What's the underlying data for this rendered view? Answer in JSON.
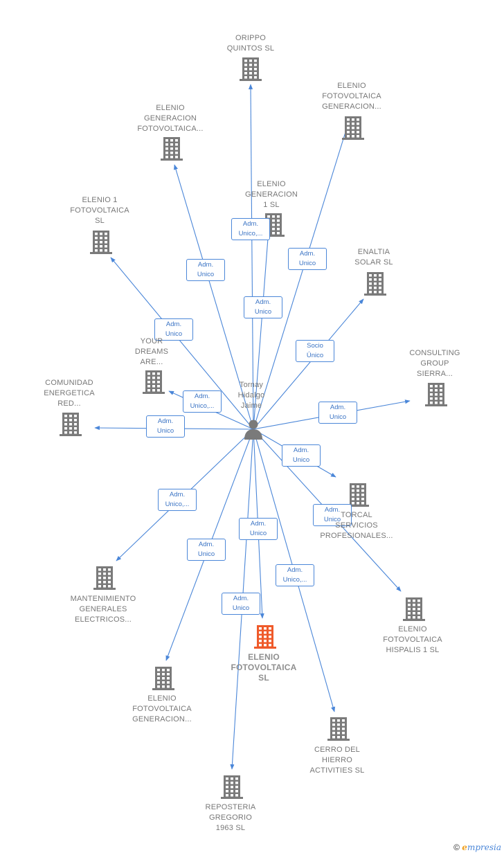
{
  "colors": {
    "edge": "#4a86d8",
    "building": "#7a7a7a",
    "focus_building": "#ef5a2a",
    "person": "#7a7a7a",
    "label": "#777777"
  },
  "person": {
    "label": "Tornay\nHidalgo\nJaime",
    "icon": "person-icon"
  },
  "nodes": [
    {
      "id": "orippo",
      "label": "ORIPPO\nQUINTOS  SL",
      "icon": "building-icon"
    },
    {
      "id": "elenio_gen_top",
      "label": "ELENIO\nFOTOVOLTAICA\nGENERACION...",
      "icon": "building-icon"
    },
    {
      "id": "elenio_gen_fv",
      "label": "ELENIO\nGENERACION\nFOTOVOLTAICA...",
      "icon": "building-icon"
    },
    {
      "id": "elenio_gen1",
      "label": "ELENIO\nGENERACION\n1  SL",
      "icon": "building-icon"
    },
    {
      "id": "elenio1",
      "label": "ELENIO 1\nFOTOVOLTAICA\nSL",
      "icon": "building-icon"
    },
    {
      "id": "enaltia",
      "label": "ENALTIA\nSOLAR  SL",
      "icon": "building-icon"
    },
    {
      "id": "your_dreams",
      "label": "YOUR\nDREAMS\nARE...",
      "icon": "building-icon"
    },
    {
      "id": "consulting",
      "label": "CONSULTING\nGROUP\nSIERRA...",
      "icon": "building-icon"
    },
    {
      "id": "comunidad",
      "label": "COMUNIDAD\nENERGETICA\nRED...",
      "icon": "building-icon"
    },
    {
      "id": "torcal",
      "label": "TORCAL\nSERVICIOS\nPROFESIONALES...",
      "icon": "building-icon"
    },
    {
      "id": "mantenimiento",
      "label": "MANTENIMIENTO\nGENERALES\nELECTRICOS...",
      "icon": "building-icon"
    },
    {
      "id": "hispalis",
      "label": "ELENIO\nFOTOVOLTAICA\nHISPALIS 1  SL",
      "icon": "building-icon"
    },
    {
      "id": "elenio_fv",
      "label": "ELENIO\nFOTOVOLTAICA\nSL",
      "icon": "building-icon",
      "focus": true
    },
    {
      "id": "elenio_gen_bottom",
      "label": "ELENIO\nFOTOVOLTAICA\nGENERACION...",
      "icon": "building-icon"
    },
    {
      "id": "cerro",
      "label": "CERRO DEL\nHIERRO\nACTIVITIES SL",
      "icon": "building-icon"
    },
    {
      "id": "reposteria",
      "label": "REPOSTERIA\nGREGORIO\n1963  SL",
      "icon": "building-icon"
    }
  ],
  "edges": [
    {
      "to": "orippo",
      "label": "Adm.\nUnico,..."
    },
    {
      "to": "elenio_gen_top",
      "label": "Adm.\nUnico"
    },
    {
      "to": "elenio_gen_fv",
      "label": "Adm.\nUnico"
    },
    {
      "to": "elenio_gen1",
      "label": "Adm.\nUnico"
    },
    {
      "to": "elenio1",
      "label": "Adm.\nUnico"
    },
    {
      "to": "enaltia",
      "label": "Socio\nÚnico"
    },
    {
      "to": "your_dreams",
      "label": "Adm.\nUnico,..."
    },
    {
      "to": "consulting",
      "label": "Adm.\nUnico"
    },
    {
      "to": "comunidad",
      "label": "Adm.\nUnico"
    },
    {
      "to": "torcal",
      "label": "Adm.\nUnico"
    },
    {
      "to": "mantenimiento",
      "label": "Adm.\nUnico,..."
    },
    {
      "to": "hispalis",
      "label": "Adm.\nUnico"
    },
    {
      "to": "elenio_fv",
      "label": "Adm.\nUnico"
    },
    {
      "to": "elenio_gen_bottom",
      "label": "Adm.\nUnico"
    },
    {
      "to": "cerro",
      "label": "Adm.\nUnico,..."
    },
    {
      "to": "reposteria",
      "label": "Adm.\nUnico"
    }
  ],
  "watermark": {
    "symbol": "©",
    "brand_initial": "e",
    "brand_rest": "mpresia"
  }
}
